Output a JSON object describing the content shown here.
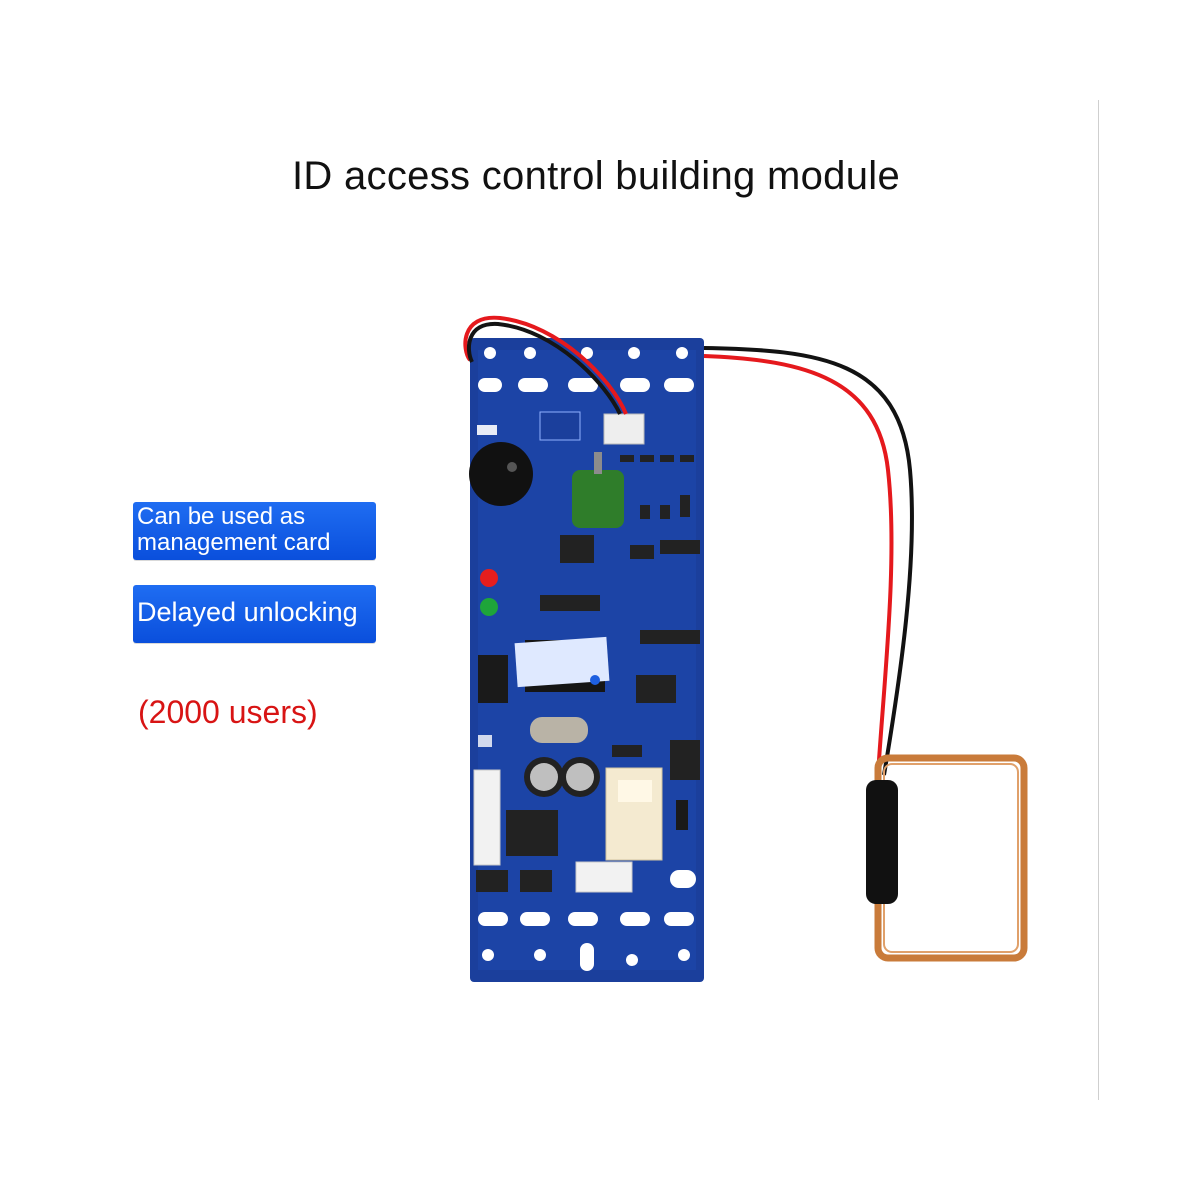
{
  "title": "ID access control building module",
  "features": [
    {
      "label": "Can be used as management card"
    },
    {
      "label": "Delayed unlocking"
    }
  ],
  "capacity": "(2000 users)",
  "colors": {
    "badge_bg": "#1560e6",
    "capacity_text": "#d81414",
    "pcb": "#1b3f9c",
    "coil": "#c87a3a"
  },
  "image": {
    "subject": "blue-pcb-module-with-antenna-coil"
  }
}
